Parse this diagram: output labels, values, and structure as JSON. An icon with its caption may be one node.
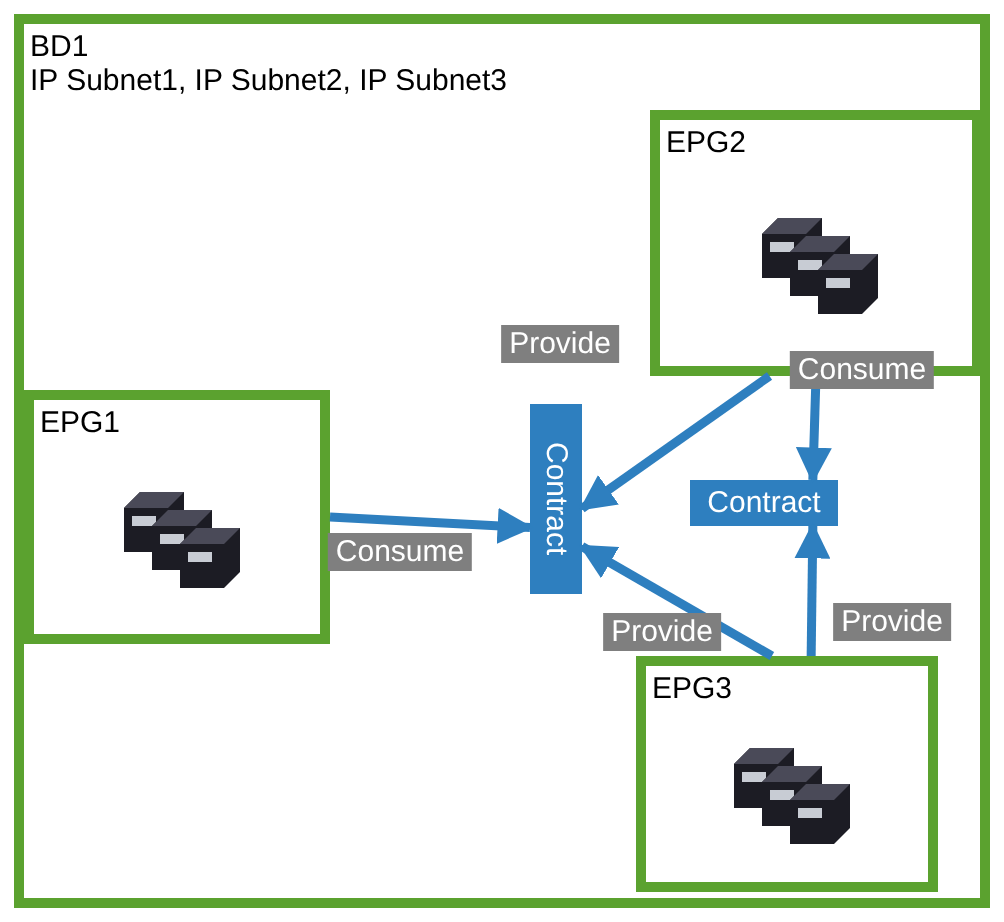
{
  "diagram": {
    "nodes": [
      {
        "text": [
          "BD1",
          "IP Subnet1, IP Subnet2, IP Subnet3"
        ]
      },
      {
        "text": [
          "EPG2"
        ],
        "in": 0
      },
      {
        "text": [
          "EPG1"
        ],
        "in": 0
      },
      {
        "text": [
          "Contract"
        ],
        "in": 0
      },
      {
        "text": [
          "Contract"
        ],
        "in": 0
      },
      {
        "text": [
          "EPG3"
        ],
        "in": 0
      }
    ],
    "edges": [
      {
        "from": 1,
        "to": 3,
        "arrow": "to",
        "label": "Provide"
      },
      {
        "from": 1,
        "to": 4,
        "arrow": "to",
        "label": "Consume"
      },
      {
        "from": 2,
        "to": 3,
        "arrow": "to",
        "label": "Consume"
      },
      {
        "from": 5,
        "to": 3,
        "arrow": "to",
        "label": "Provide"
      },
      {
        "from": 5,
        "to": 4,
        "arrow": "to",
        "label": "Provide"
      }
    ]
  }
}
